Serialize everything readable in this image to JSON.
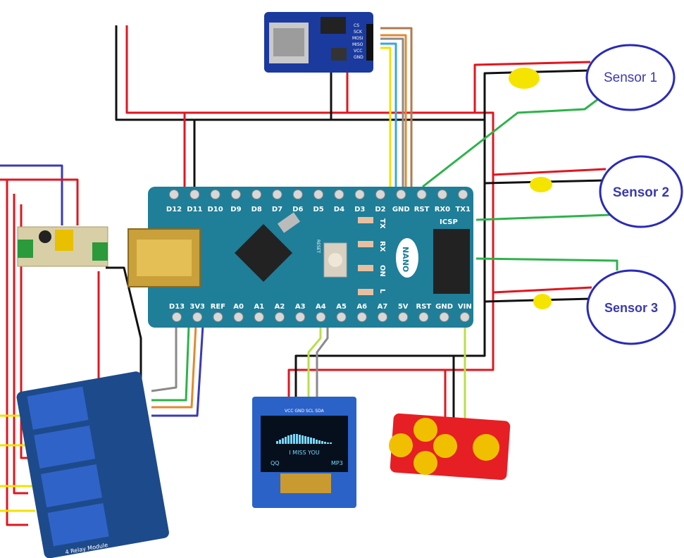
{
  "sensors": {
    "s1": "Sensor 1",
    "s2": "Sensor 2",
    "s3": "Sensor 3"
  },
  "nano": {
    "top_pins": [
      "D12",
      "D11",
      "D10",
      "D9",
      "D8",
      "D7",
      "D6",
      "D5",
      "D4",
      "D3",
      "D2",
      "GND",
      "RST",
      "RX0",
      "TX1"
    ],
    "bottom_pins": [
      "D13",
      "3V3",
      "REF",
      "A0",
      "A1",
      "A2",
      "A3",
      "A4",
      "A5",
      "A6",
      "A7",
      "5V",
      "RST",
      "GND",
      "VIN"
    ],
    "leds": [
      "TX",
      "RX",
      "ON",
      "L"
    ],
    "icsp": "ICSP",
    "logo": "NANO",
    "reset": "RESET"
  },
  "sd_module": {
    "pins": [
      "CS",
      "SCK",
      "MOSI",
      "MISO",
      "VCC",
      "GND"
    ]
  },
  "oled": {
    "pins": "VCC GND SCL SDA",
    "text": "I MISS YOU",
    "left": "QQ",
    "right": "MP3"
  },
  "relay": {
    "label": "4 Relay Module"
  },
  "colors": {
    "board": "#1f7e98",
    "wire_red": "#e0161f",
    "wire_black": "#111111",
    "wire_green": "#2db34a",
    "sensor_outline": "#2a2ab8",
    "junction": "#f5e400"
  }
}
